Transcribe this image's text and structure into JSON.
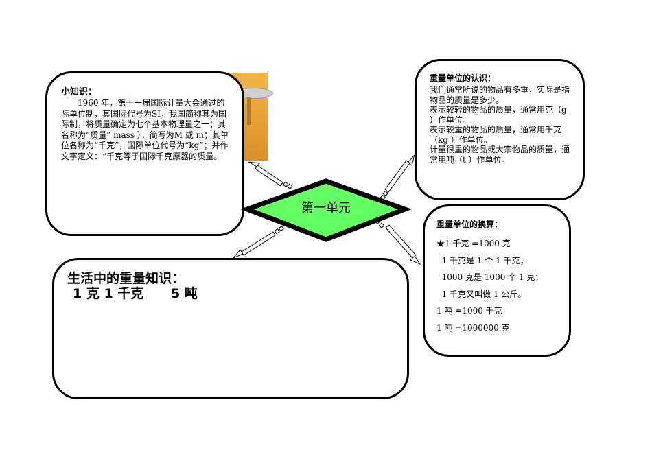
{
  "center": {
    "label": "第一单元"
  },
  "tip": {
    "title": "小知识：",
    "body": "1960 年，第十一届国际计量大会通过的际单位制，其国际代号为SI，我国简称其为国际制，将质量确定为七个基本物理量之一；其名称为“质量” mass ），简写为M 或 m；其单位名称为“千克”，国际单位代号为“kg”；并作文字定义：“千克等于国际千克原器的质量。"
  },
  "units": {
    "title": "重量单位的认识：",
    "lines": [
      "我们通常所说的物品有多重，实际是指物品的质量是多少。",
      "表示较轻的物品的质量，通常用克（g ）作单位。",
      "表示较重的物品的质量，通常用千克（kg ）作单位。",
      "计量很重的物品或大宗物品的质量，通常用吨（t ）作单位。"
    ]
  },
  "conversion": {
    "title": "重量单位的换算：",
    "lines": [
      "★1 千克 =1000 克",
      "  1 千克是 1 个 1 千克；",
      "  1000 克是 1000 个 1 克；",
      "  1 千克又叫做 1 公斤。",
      "1 吨 =1000 千克",
      "1 吨 =1000000 克"
    ]
  },
  "life": {
    "title": "生活中的重量知识：",
    "items": "1 克 1 千克      5 吨"
  },
  "colors": {
    "diamond_fill": "#66ff66",
    "border": "#000000",
    "photo": "#e9a63a"
  },
  "icons": [
    "balance-scale-photo"
  ]
}
